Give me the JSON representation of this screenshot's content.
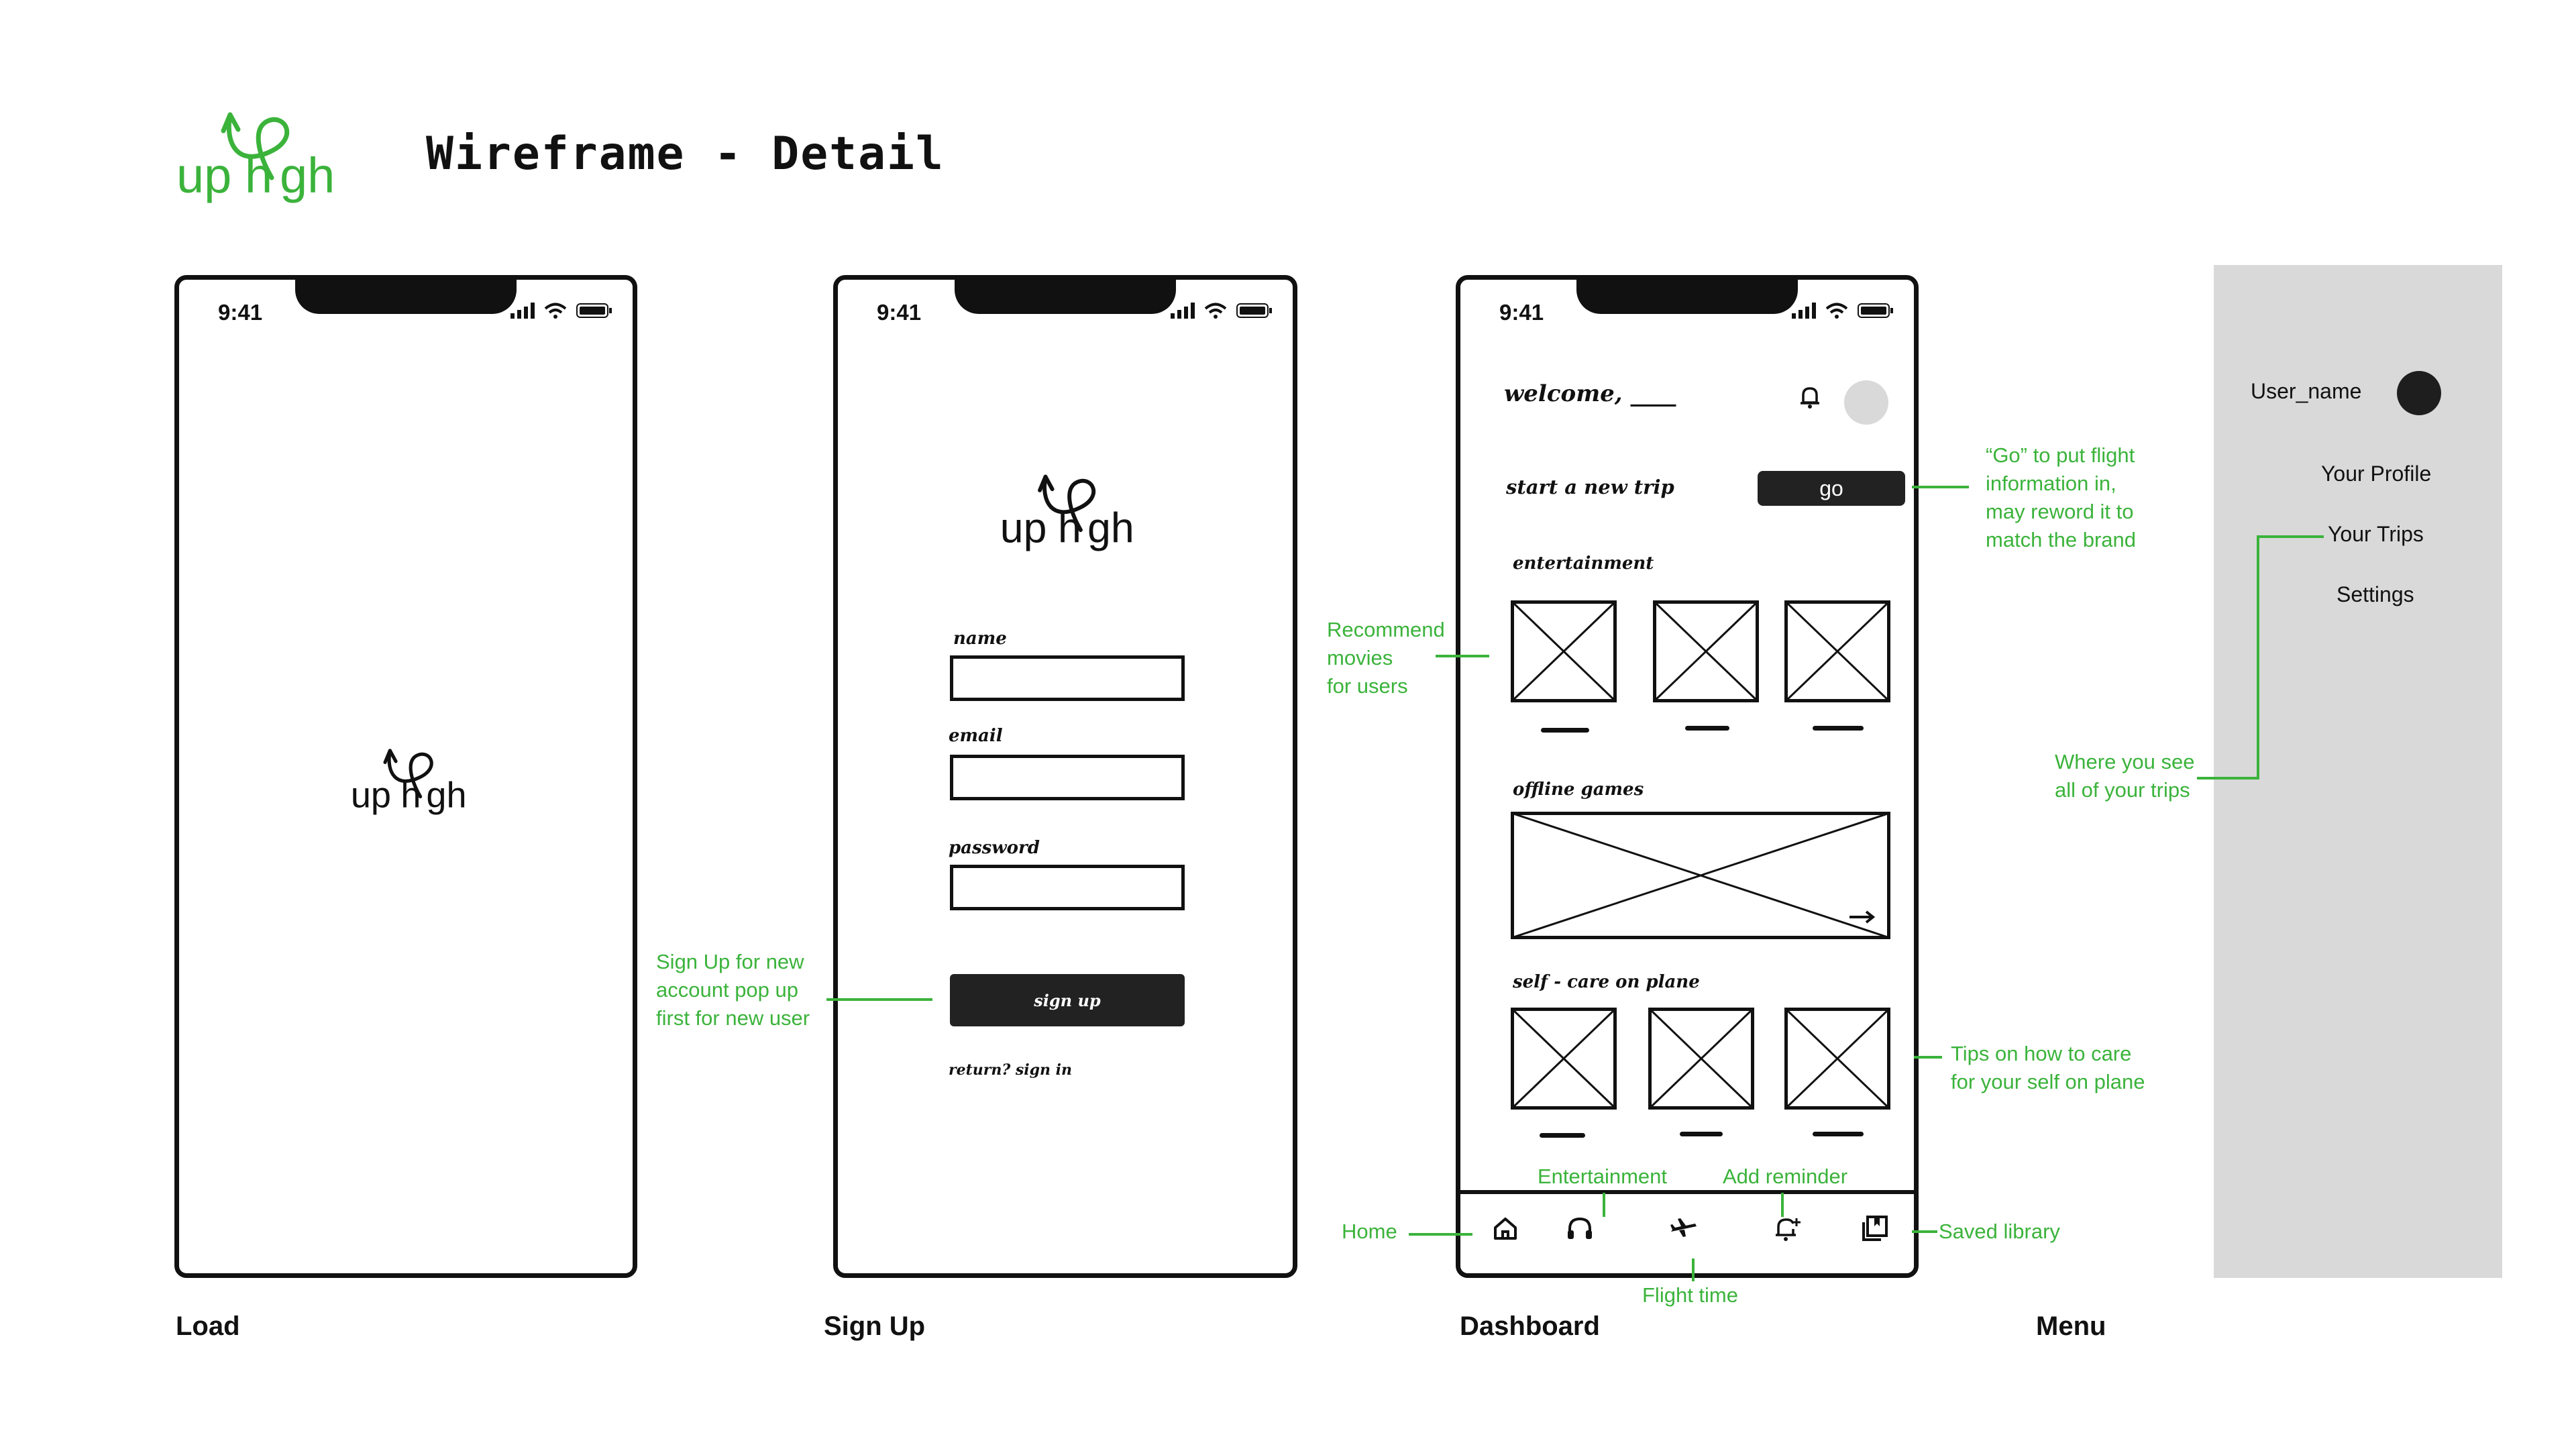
{
  "header": {
    "title": "Wireframe - Detail",
    "logo_text": "uphigh"
  },
  "colors": {
    "annotation": "#3bb33b",
    "ink": "#111111",
    "menu_bg": "#d9d9d9",
    "button_bg": "#222222"
  },
  "screens": {
    "load": {
      "label": "Load",
      "time": "9:41"
    },
    "signup": {
      "label": "Sign Up",
      "time": "9:41",
      "name_label": "name",
      "email_label": "email",
      "password_label": "password",
      "button_label": "sign up",
      "return_link": "return? sign in"
    },
    "dashboard": {
      "label": "Dashboard",
      "time": "9:41",
      "welcome": "welcome, ____",
      "start_trip": "start a new trip",
      "go_label": "go",
      "entertainment_title": "entertainment",
      "offline_games_title": "offline games",
      "selfcare_title": "self - care on plane",
      "tab_icons": [
        "home-icon",
        "headphones-icon",
        "airplane-icon",
        "bell-add-icon",
        "saved-library-icon"
      ]
    },
    "menu": {
      "label": "Menu",
      "user_name": "User_name",
      "items": [
        "Your Profile",
        "Your Trips",
        "Settings"
      ]
    }
  },
  "annotations": {
    "signup_note": "Sign Up for new\naccount pop up\nfirst for new user",
    "go_note": "“Go” to put flight\ninformation in,\nmay reword it to\nmatch the brand",
    "recommend_note": "Recommend\nmovies\nfor users",
    "trips_note": "Where you see\nall of your trips",
    "tips_note": "Tips on how to care\nfor your self on plane",
    "entertainment": "Entertainment",
    "add_reminder": "Add reminder",
    "home": "Home",
    "saved_library": "Saved library",
    "flight_time": "Flight time"
  }
}
